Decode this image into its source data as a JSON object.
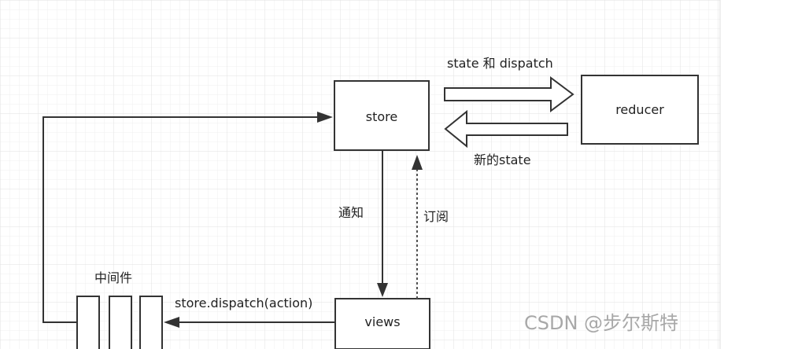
{
  "diagram": {
    "nodes": {
      "store": "store",
      "reducer": "reducer",
      "views": "views"
    },
    "edges": {
      "store_to_reducer": "state 和 dispatch",
      "reducer_to_store": "新的state",
      "store_to_views": "通知",
      "views_to_store": "订阅",
      "views_to_middleware": "store.dispatch(action)"
    },
    "middleware_label": "中间件",
    "middleware_box_count": 3
  },
  "watermark": "CSDN @步尔斯特",
  "colors": {
    "grid": "#ececec",
    "line": "#333333",
    "text": "#222222"
  }
}
